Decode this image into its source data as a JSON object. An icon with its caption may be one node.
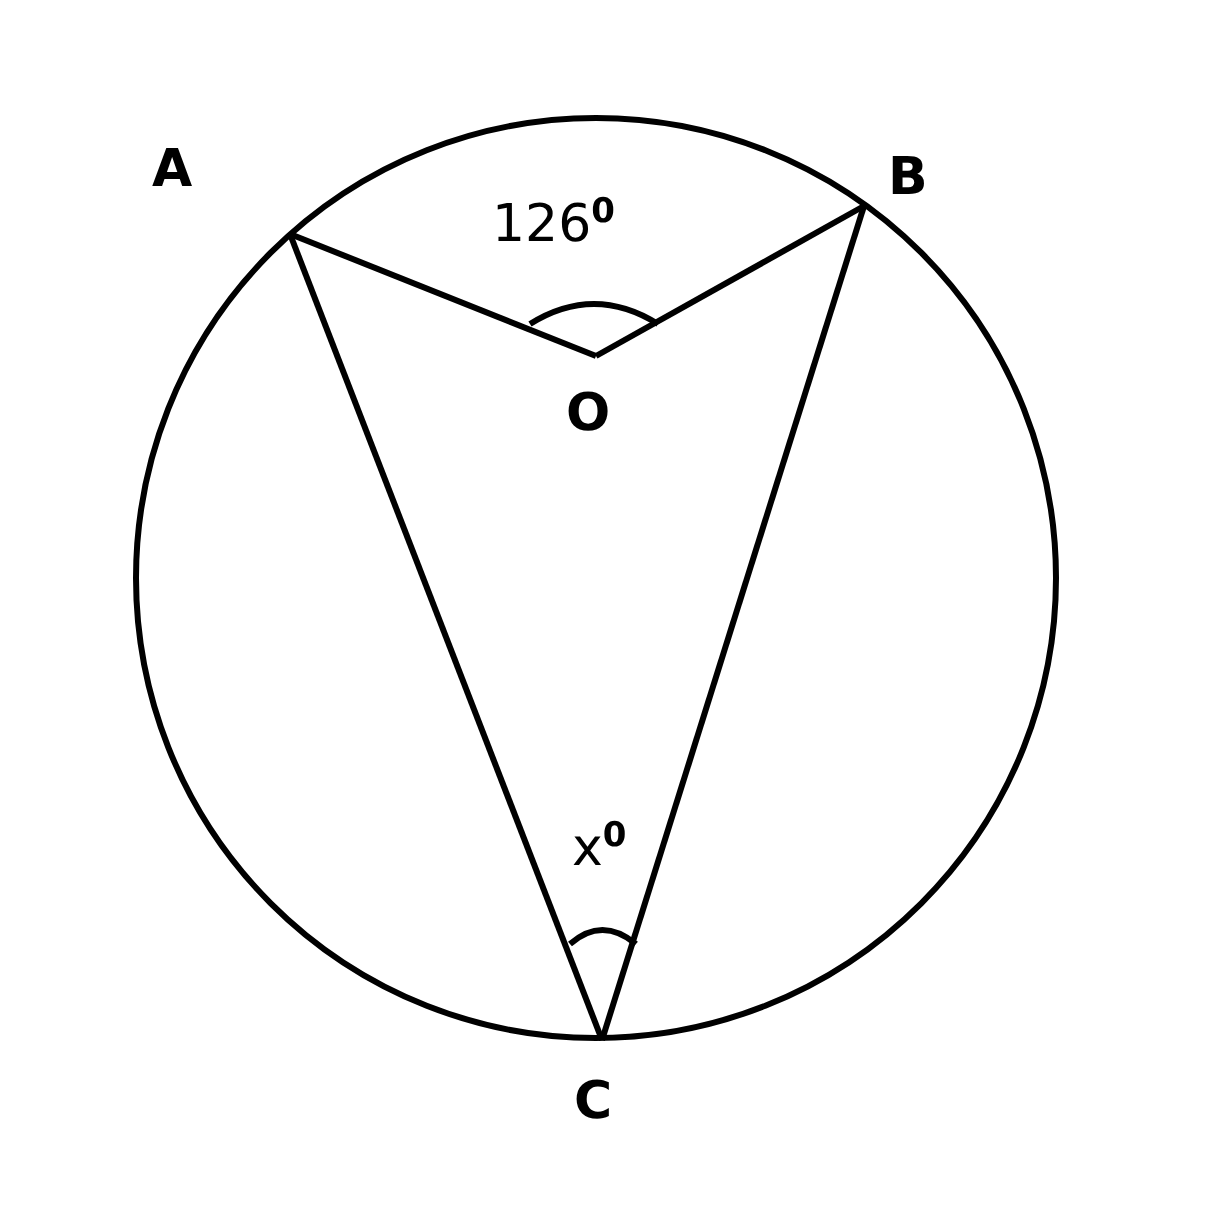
{
  "diagram": {
    "nodes": [
      {
        "text": [
          "A"
        ]
      },
      {
        "text": [
          "B"
        ]
      },
      {
        "text": [
          "O"
        ]
      },
      {
        "text": [
          "C"
        ]
      }
    ],
    "edges": [
      {
        "from": 0,
        "to": 2,
        "arrow": "none"
      },
      {
        "from": 2,
        "to": 1,
        "arrow": "none"
      },
      {
        "from": 0,
        "to": 3,
        "arrow": "none"
      },
      {
        "from": 1,
        "to": 3,
        "arrow": "none"
      }
    ],
    "labels": [
      "126$^{0}$",
      "x$^{0}$"
    ]
  }
}
